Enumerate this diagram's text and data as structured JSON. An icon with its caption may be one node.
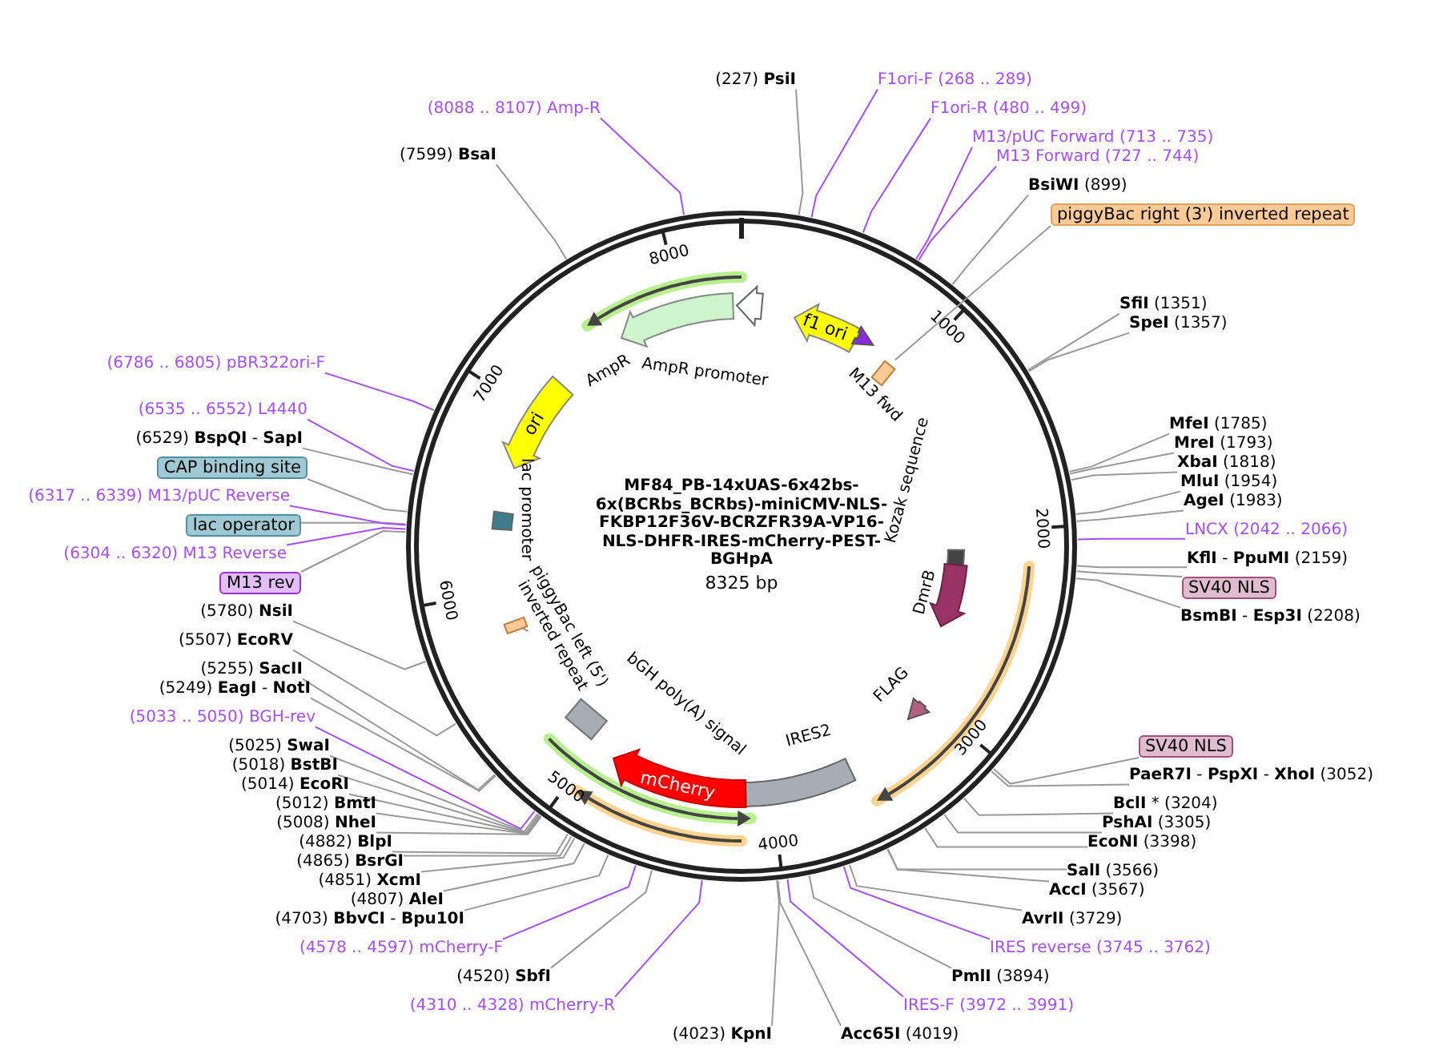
{
  "diagram": {
    "title": "MF84_PB-14xUAS-6x42bs-6x(BCRbs_BCRbs)-miniCMV-NLS-FKBP12F36V-BCRZFR39A-VP16-NLS-DHFR-IRES-mCherry-PEST-BGHpA",
    "nodes": [
      {
        "text": [
          "(227) **PsiI**"
        ]
      },
      {
        "text": [
          "F1ori-F (268 .. 289)"
        ]
      },
      {
        "text": [
          "F1ori-R (480 .. 499)"
        ]
      },
      {
        "text": [
          "M13/pUC Forward (713 .. 735)"
        ]
      },
      {
        "text": [
          "M13 Forward (727 .. 744)"
        ]
      },
      {
        "text": [
          "**BsiWI** (899)"
        ]
      },
      {
        "text": [
          "piggyBac right (3') inverted repeat"
        ]
      },
      {
        "text": [
          "**SfiI** (1351)"
        ]
      },
      {
        "text": [
          "**SpeI** (1357)"
        ]
      },
      {
        "text": [
          "**MfeI** (1785)"
        ]
      },
      {
        "text": [
          "**MreI** (1793)"
        ]
      },
      {
        "text": [
          "**XbaI** (1818)"
        ]
      },
      {
        "text": [
          "**MluI** (1954)"
        ]
      },
      {
        "text": [
          "**AgeI** (1983)"
        ]
      },
      {
        "text": [
          "LNCX (2042 .. 2066)"
        ]
      },
      {
        "text": [
          "**KflI** - **PpuMI** (2159)"
        ]
      },
      {
        "text": [
          "SV40 NLS"
        ]
      },
      {
        "text": [
          "**BsmBI** - **Esp3I** (2208)"
        ]
      },
      {
        "text": [
          "SV40 NLS"
        ]
      },
      {
        "text": [
          "**PaeR7I** - **PspXI** - **XhoI** (3052)"
        ]
      },
      {
        "text": [
          "**BclI** * (3204)"
        ]
      },
      {
        "text": [
          "**PshAI** (3305)"
        ]
      },
      {
        "text": [
          "**EcoNI** (3398)"
        ]
      },
      {
        "text": [
          "**SalI** (3566)"
        ]
      },
      {
        "text": [
          "**AccI** (3567)"
        ]
      },
      {
        "text": [
          "**AvrII** (3729)"
        ]
      },
      {
        "text": [
          "IRES reverse (3745 .. 3762)"
        ]
      },
      {
        "text": [
          "**PmlI** (3894)"
        ]
      },
      {
        "text": [
          "IRES-F (3972 .. 3991)"
        ]
      },
      {
        "text": [
          "**Acc65I** (4019)"
        ]
      },
      {
        "text": [
          "(4023) **KpnI**"
        ]
      },
      {
        "text": [
          "(4310 .. 4328) mCherry-R"
        ]
      },
      {
        "text": [
          "(4520) **SbfI**"
        ]
      },
      {
        "text": [
          "(4578 .. 4597) mCherry-F"
        ]
      },
      {
        "text": [
          "(4703) **BbvCI** - **Bpu10I**"
        ]
      },
      {
        "text": [
          "(4807) **AleI**"
        ]
      },
      {
        "text": [
          "(4851) **XcmI**"
        ]
      },
      {
        "text": [
          "(4865) **BsrGI**"
        ]
      },
      {
        "text": [
          "(4882) **BlpI**"
        ]
      },
      {
        "text": [
          "(5008) **NheI**"
        ]
      },
      {
        "text": [
          "(5012) **BmtI**"
        ]
      },
      {
        "text": [
          "(5014) **EcoRI**"
        ]
      },
      {
        "text": [
          "(5018) **BstBI**"
        ]
      },
      {
        "text": [
          "(5025) **SwaI**"
        ]
      },
      {
        "text": [
          "(5033 .. 5050) BGH-rev"
        ]
      },
      {
        "text": [
          "(5249) **EagI** - **NotI**"
        ]
      },
      {
        "text": [
          "(5255) **SacII**"
        ]
      },
      {
        "text": [
          "(5507) **EcoRV**"
        ]
      },
      {
        "text": [
          "(5780) **NsiI**"
        ]
      },
      {
        "text": [
          "M13 rev"
        ]
      },
      {
        "text": [
          "(6304 .. 6320) M13 Reverse"
        ]
      },
      {
        "text": [
          "lac operator"
        ]
      },
      {
        "text": [
          "(6317 .. 6339) M13/pUC Reverse"
        ]
      },
      {
        "text": [
          "CAP binding site"
        ]
      },
      {
        "text": [
          "(6529) **BspQI** - **SapI**"
        ]
      },
      {
        "text": [
          "(6535 .. 6552) L4440"
        ]
      },
      {
        "text": [
          "(6786 .. 6805) pBR322ori-F"
        ]
      },
      {
        "text": [
          "(7599) **BsaI**"
        ]
      },
      {
        "text": [
          "(8088 .. 8107) Amp-R"
        ]
      },
      {
        "text": [
          "f1 ori"
        ]
      },
      {
        "text": [
          "AmpR promoter"
        ]
      },
      {
        "text": [
          "AmpR"
        ]
      },
      {
        "text": [
          "ori"
        ]
      },
      {
        "text": [
          "M13 fwd"
        ]
      },
      {
        "text": [],
        "shape": "box"
      },
      {
        "text": [
          "lac promoter"
        ]
      },
      {
        "text": [
          "piggyBac left (5') inverted repeat"
        ]
      },
      {
        "text": [],
        "shape": "box"
      },
      {
        "text": [
          "bGH poly(A) signal"
        ]
      },
      {
        "text": [],
        "shape": "box"
      },
      {
        "text": [
          "mCherry"
        ]
      },
      {
        "text": [
          "IRES2"
        ]
      },
      {
        "text": [
          "FLAG"
        ]
      },
      {
        "text": [
          "Kozak sequence"
        ]
      },
      {
        "text": [
          "DmrB"
        ]
      }
    ],
    "edges": [
      {
        "from": 0,
        "to": null,
        "arrow": "none"
      },
      {
        "from": 1,
        "to": null,
        "arrow": "none",
        "color": "#a64dff"
      },
      {
        "from": 2,
        "to": null,
        "arrow": "none",
        "color": "#a64dff"
      },
      {
        "from": 3,
        "to": null,
        "arrow": "none",
        "color": "#a64dff"
      },
      {
        "from": 4,
        "to": null,
        "arrow": "none",
        "color": "#a64dff"
      },
      {
        "from": 5,
        "to": null,
        "arrow": "none"
      },
      {
        "from": 6,
        "to": 64,
        "arrow": "none"
      },
      {
        "from": 7,
        "to": null,
        "arrow": "none"
      },
      {
        "from": 8,
        "to": null,
        "arrow": "none"
      },
      {
        "from": 9,
        "to": null,
        "arrow": "none"
      },
      {
        "from": 10,
        "to": null,
        "arrow": "none"
      },
      {
        "from": 11,
        "to": null,
        "arrow": "none"
      },
      {
        "from": 12,
        "to": null,
        "arrow": "none"
      },
      {
        "from": 13,
        "to": null,
        "arrow": "none"
      },
      {
        "from": 14,
        "to": null,
        "arrow": "none",
        "color": "#a64dff"
      },
      {
        "from": 15,
        "to": null,
        "arrow": "none"
      },
      {
        "from": 16,
        "to": null,
        "arrow": "none"
      },
      {
        "from": 17,
        "to": null,
        "arrow": "none"
      },
      {
        "from": 18,
        "to": null,
        "arrow": "none"
      },
      {
        "from": 19,
        "to": null,
        "arrow": "none"
      },
      {
        "from": 20,
        "to": null,
        "arrow": "none"
      },
      {
        "from": 21,
        "to": null,
        "arrow": "none"
      },
      {
        "from": 22,
        "to": null,
        "arrow": "none"
      },
      {
        "from": 23,
        "to": null,
        "arrow": "none"
      },
      {
        "from": 24,
        "to": null,
        "arrow": "none"
      },
      {
        "from": 25,
        "to": null,
        "arrow": "none"
      },
      {
        "from": 26,
        "to": null,
        "arrow": "none",
        "color": "#a64dff"
      },
      {
        "from": 27,
        "to": null,
        "arrow": "none"
      },
      {
        "from": 28,
        "to": null,
        "arrow": "none",
        "color": "#a64dff"
      },
      {
        "from": 29,
        "to": null,
        "arrow": "none"
      },
      {
        "from": 30,
        "to": null,
        "arrow": "none"
      },
      {
        "from": 31,
        "to": null,
        "arrow": "none",
        "color": "#a64dff"
      },
      {
        "from": 32,
        "to": null,
        "arrow": "none"
      },
      {
        "from": 33,
        "to": null,
        "arrow": "none",
        "color": "#a64dff"
      },
      {
        "from": 34,
        "to": null,
        "arrow": "none"
      },
      {
        "from": 35,
        "to": null,
        "arrow": "none"
      },
      {
        "from": 36,
        "to": null,
        "arrow": "none"
      },
      {
        "from": 37,
        "to": null,
        "arrow": "none"
      },
      {
        "from": 38,
        "to": null,
        "arrow": "none"
      },
      {
        "from": 39,
        "to": null,
        "arrow": "none"
      },
      {
        "from": 40,
        "to": null,
        "arrow": "none"
      },
      {
        "from": 41,
        "to": null,
        "arrow": "none"
      },
      {
        "from": 42,
        "to": null,
        "arrow": "none"
      },
      {
        "from": 43,
        "to": null,
        "arrow": "none"
      },
      {
        "from": 44,
        "to": null,
        "arrow": "none",
        "color": "#a64dff"
      },
      {
        "from": 45,
        "to": null,
        "arrow": "none"
      },
      {
        "from": 46,
        "to": null,
        "arrow": "none"
      },
      {
        "from": 47,
        "to": null,
        "arrow": "none"
      },
      {
        "from": 48,
        "to": null,
        "arrow": "none"
      },
      {
        "from": 49,
        "to": null,
        "arrow": "none"
      },
      {
        "from": 50,
        "to": null,
        "arrow": "none",
        "color": "#a64dff"
      },
      {
        "from": 51,
        "to": null,
        "arrow": "none"
      },
      {
        "from": 52,
        "to": null,
        "arrow": "none",
        "color": "#a64dff"
      },
      {
        "from": 53,
        "to": null,
        "arrow": "none"
      },
      {
        "from": 54,
        "to": null,
        "arrow": "none"
      },
      {
        "from": 55,
        "to": null,
        "arrow": "none",
        "color": "#a64dff"
      },
      {
        "from": 56,
        "to": null,
        "arrow": "none",
        "color": "#a64dff"
      },
      {
        "from": 57,
        "to": null,
        "arrow": "none"
      },
      {
        "from": 58,
        "to": null,
        "arrow": "none",
        "color": "#a64dff"
      },
      {
        "from": 66,
        "to": 67,
        "arrow": "none"
      }
    ],
    "labels": [
      "8325 bp",
      "1000",
      "2000",
      "3000",
      "4000",
      "5000",
      "6000",
      "7000",
      "8000"
    ]
  }
}
